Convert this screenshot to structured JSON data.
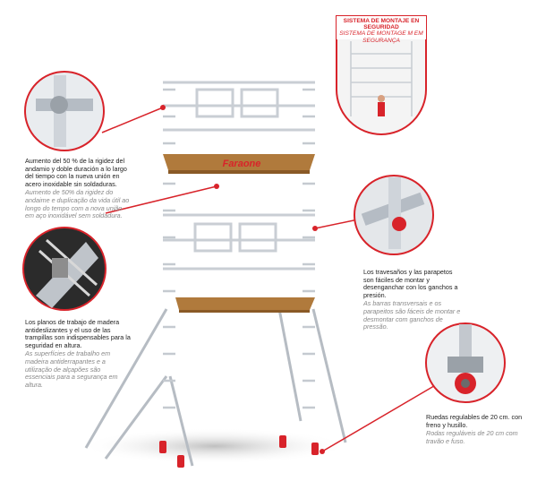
{
  "brand": {
    "name": "Faraone",
    "color": "#d8232a"
  },
  "safety_system": {
    "title_es": "SISTEMA DE MONTAJE EN SEGURIDAD",
    "title_pt": "SISTEMA DE MONTAGE M EM SEGURANÇA"
  },
  "callouts": {
    "rigidity": {
      "es": "Aumento del 50 % de la rigidez del andamio y doble duración a lo largo del tiempo con la nueva unión en acero inoxidable sin soldaduras.",
      "pt": "Aumento de 50% da rigidez do andaime e duplicação da vida útil ao longo do tempo com a nova união em aço inoxidável sem soldadura."
    },
    "platforms": {
      "es": "Los planos de trabajo de madera antideslizantes y el uso de las trampillas son indispensables para la seguridad en altura.",
      "pt": "As superfícies de trabalho em madeira antiderrapantes e a utilização de alçapões são essenciais para a segurança em altura."
    },
    "crossbars": {
      "es": "Los travesaños y las parapetos son fáciles de montar y desenganchar con los ganchos a presión.",
      "pt": "As barras transversais e os parapeitos são fáceis de montar e desmontar com ganchos de pressão."
    },
    "wheels": {
      "es": "Ruedas regulables de 20 cm. con freno y husillo.",
      "pt": "Rodas reguláveis de 20 cm com travão e fuso."
    }
  },
  "colors": {
    "accent": "#d8232a",
    "metal": "#c9ced4",
    "wood": "#b07a3c"
  }
}
